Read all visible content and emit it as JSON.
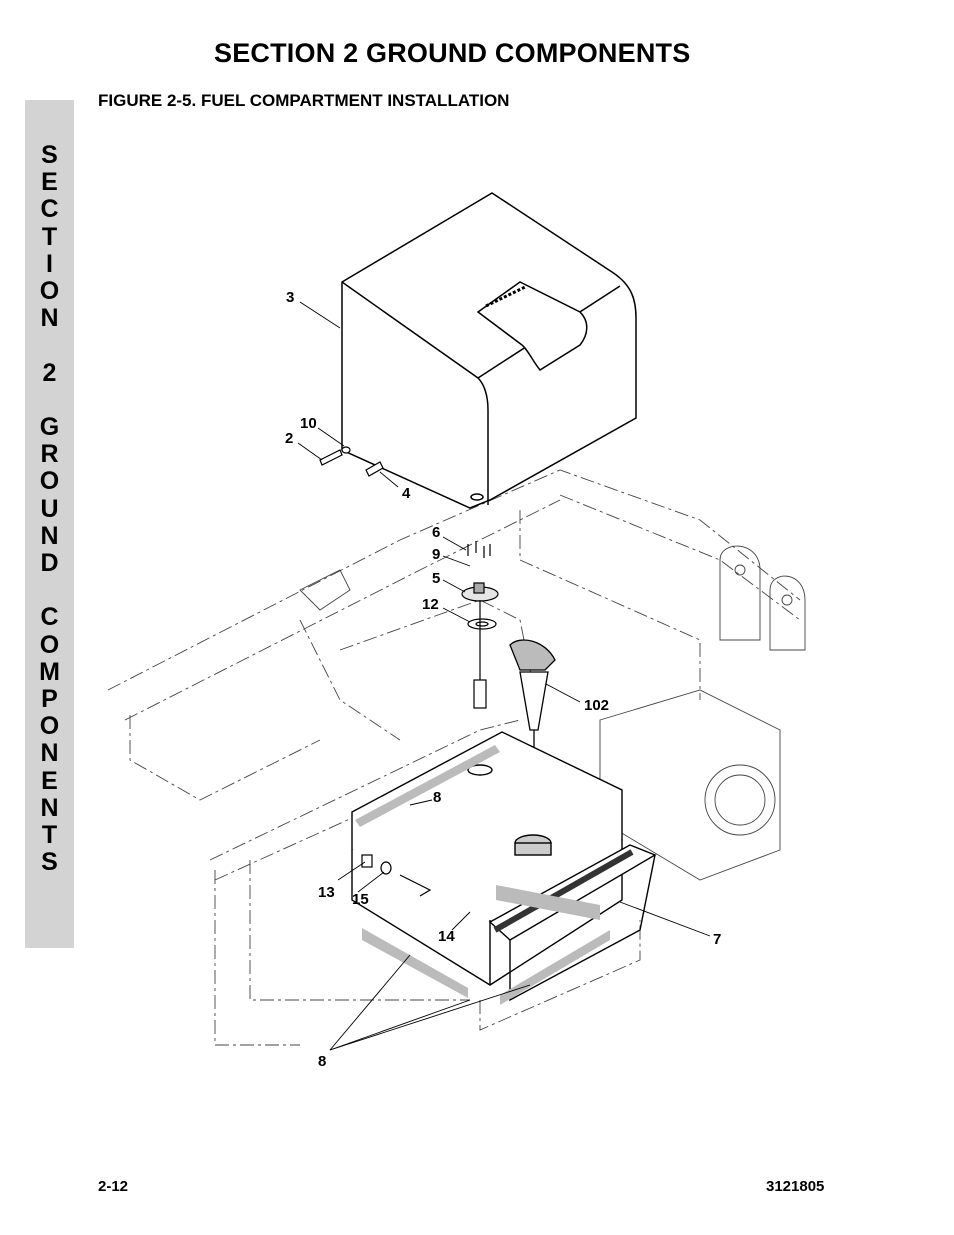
{
  "header": {
    "section_title": "SECTION 2  GROUND COMPONENTS",
    "figure_title": "FIGURE 2-5.    FUEL COMPARTMENT INSTALLATION"
  },
  "side_tab": {
    "text": "S\nE\nC\nT\nI\nO\nN\n\n2\n\nG\nR\nO\nU\nN\nD\n\nC\nO\nM\nP\nO\nN\nE\nN\nT\nS"
  },
  "callouts": {
    "c3": "3",
    "c10": "10",
    "c2": "2",
    "c4": "4",
    "c6": "6",
    "c9": "9",
    "c5": "5",
    "c12": "12",
    "c102": "102",
    "c8_top": "8",
    "c13": "13",
    "c15": "15",
    "c14": "14",
    "c7": "7",
    "c8_bottom": "8"
  },
  "footer": {
    "page_number": "2-12",
    "doc_number": "3121805"
  }
}
